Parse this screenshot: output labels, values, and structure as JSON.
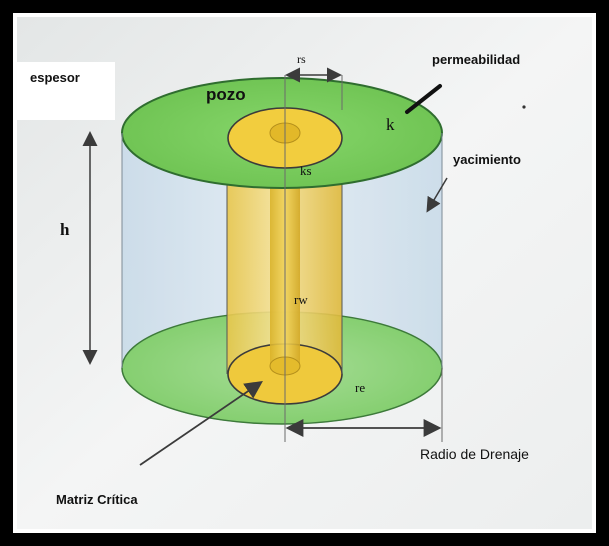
{
  "labels": {
    "espesor": "espesor",
    "pozo": "pozo",
    "permeabilidad": "permeabilidad",
    "yacimiento": "yacimiento",
    "h": "h",
    "k": "k",
    "ks": "ks",
    "rs": "rs",
    "rw": "rw",
    "re": "re",
    "radio_drenaje": "Radio de Drenaje",
    "matriz_critica": "Matriz Crítica"
  },
  "colors": {
    "frame": "#000000",
    "background": "#eef0ef",
    "green_top": "#7dcf5c",
    "green_edge": "#2f6d2f",
    "reservoir_body": "#d6e4f0",
    "well": "#f0cf4a",
    "well_core": "#e6bd2b",
    "arrow": "#3b3b3b"
  },
  "icons": [
    "double-arrow-icon",
    "pointer-arrow-icon"
  ]
}
